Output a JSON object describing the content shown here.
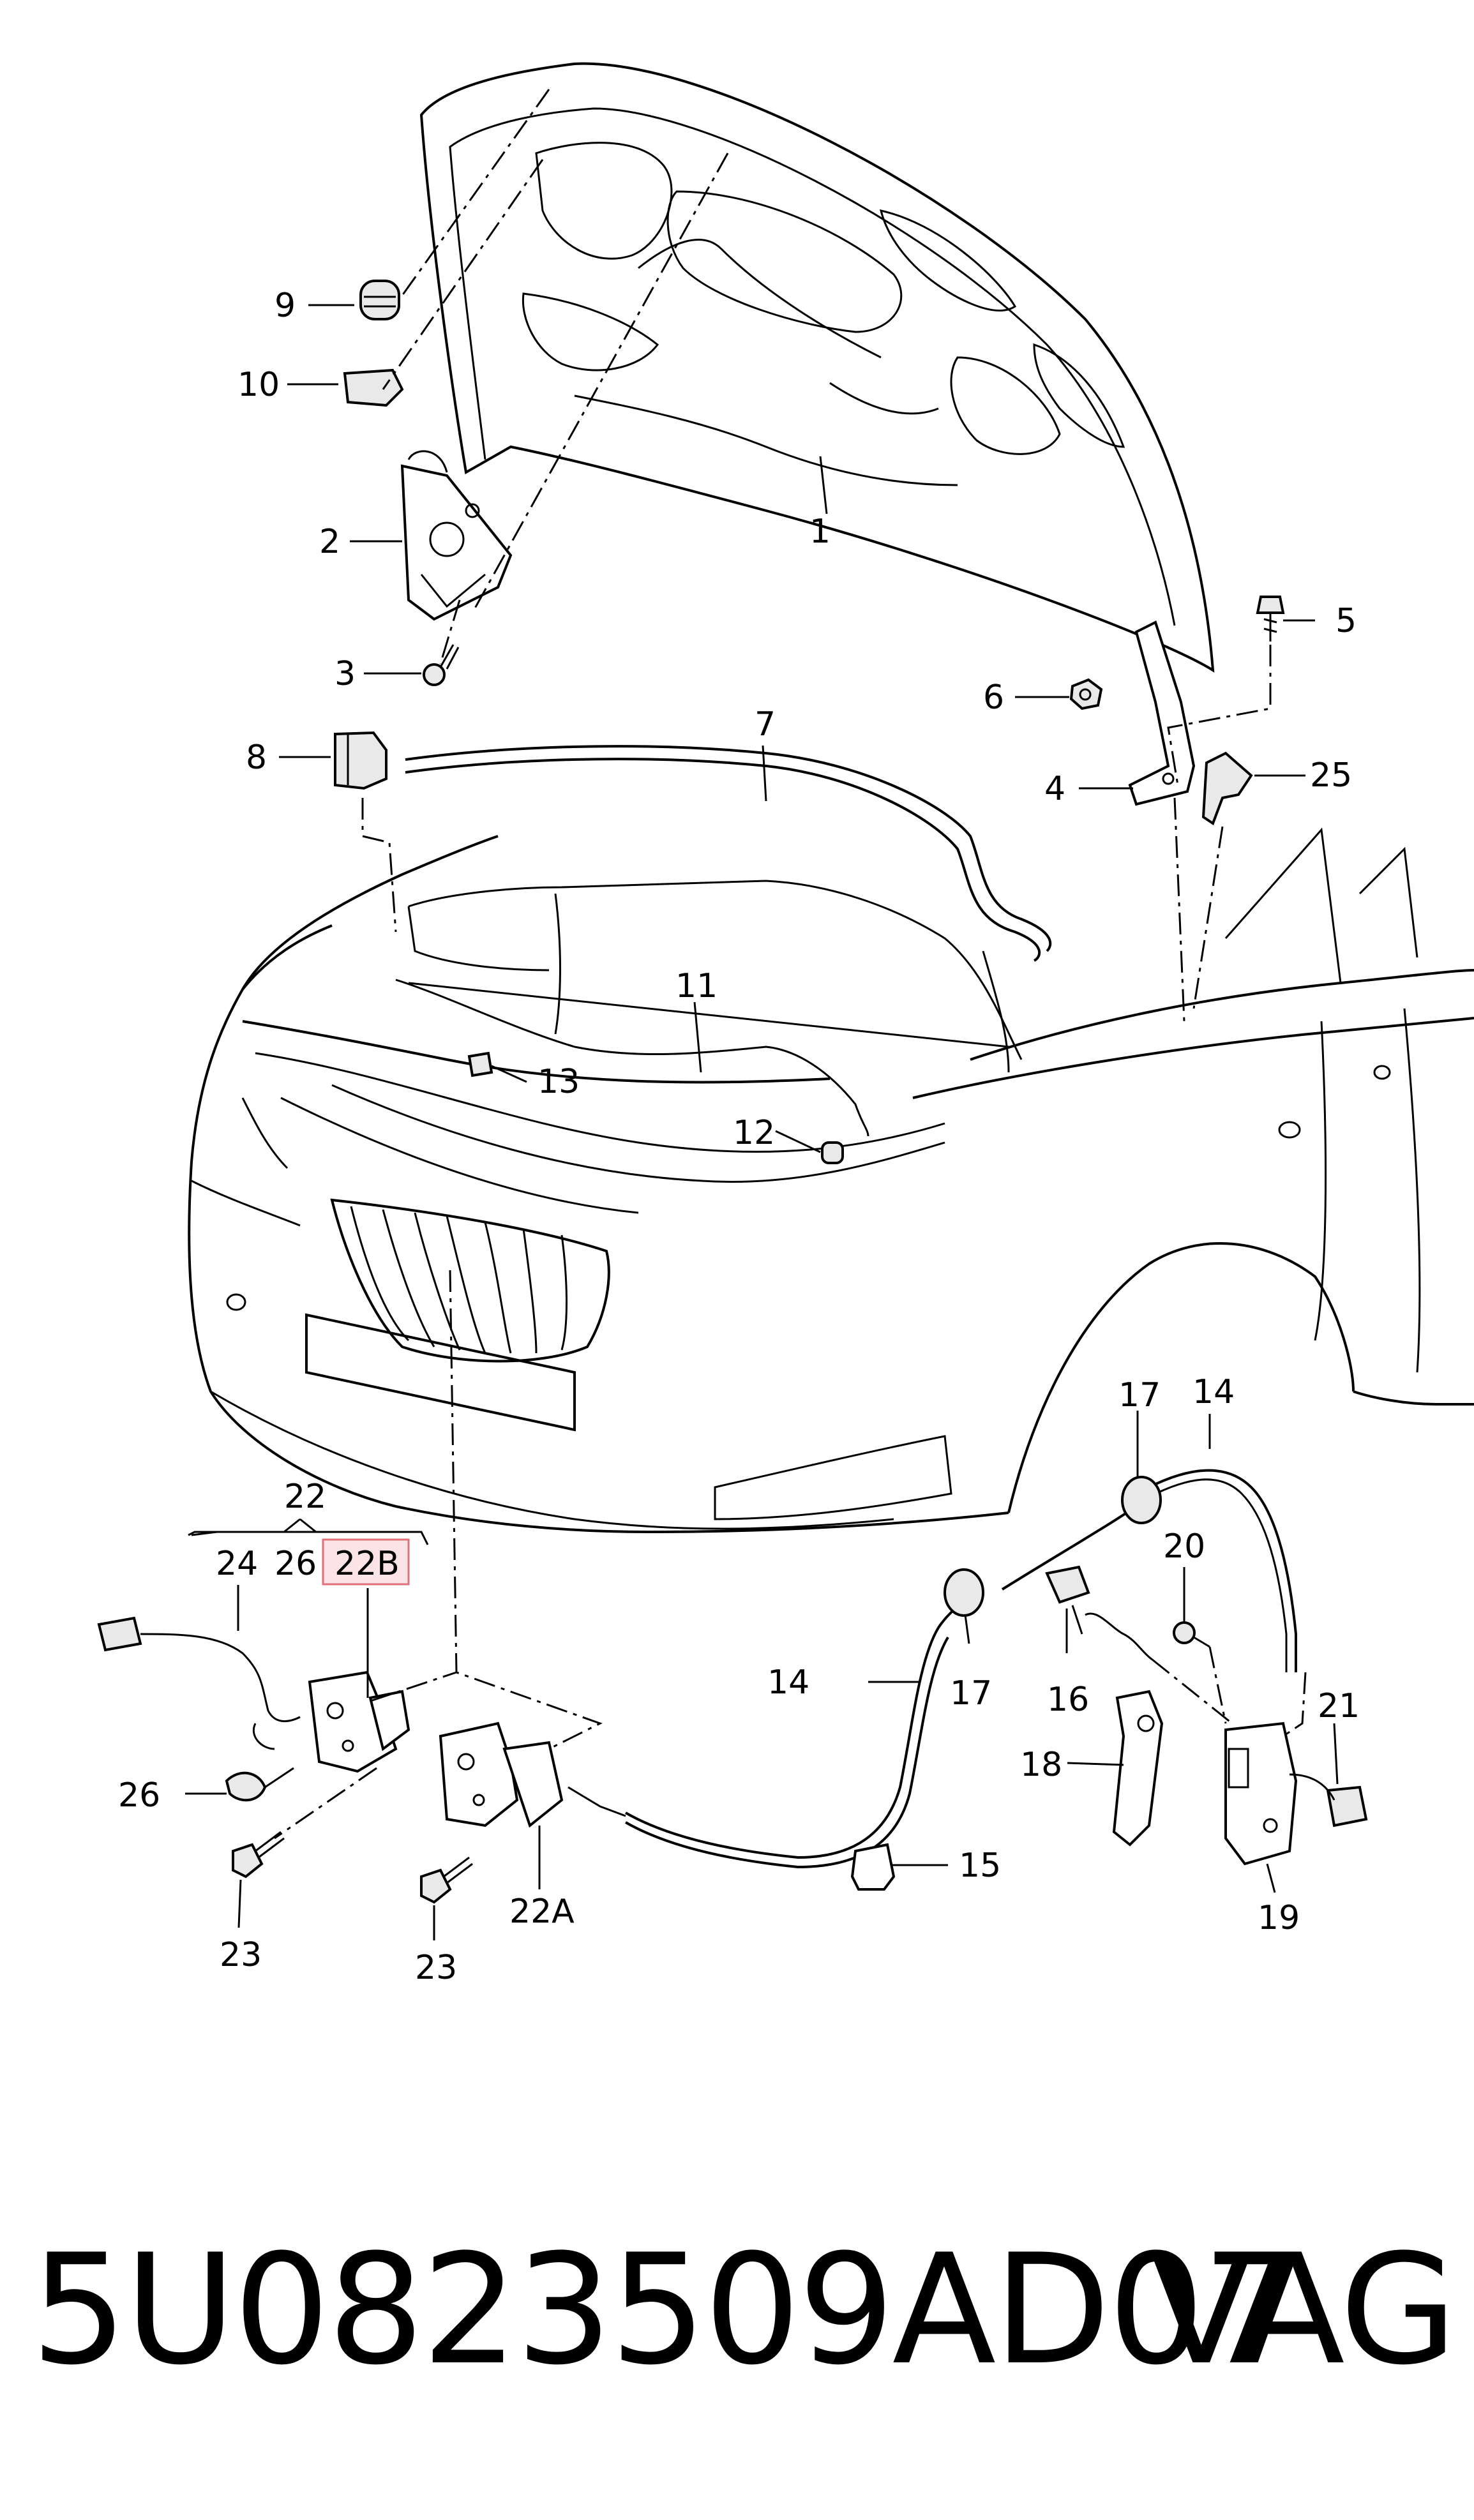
{
  "labels": {
    "l1": "1",
    "l2": "2",
    "l3": "3",
    "l4": "4",
    "l5": "5",
    "l6": "6",
    "l7": "7",
    "l8": "8",
    "l9": "9",
    "l10": "10",
    "l11": "11",
    "l12": "12",
    "l13": "13",
    "l14a": "14",
    "l14b": "14",
    "l15": "15",
    "l16": "16",
    "l17a": "17",
    "l17b": "17",
    "l18": "18",
    "l19": "19",
    "l20": "20",
    "l21": "21",
    "l22": "22",
    "l22a": "22A",
    "l22b": "22B",
    "l23a": "23",
    "l23b": "23",
    "l24": "24",
    "l25": "25",
    "l26a": "26",
    "l26b": "26"
  },
  "highlight": {
    "label": "22B",
    "fill_color": "#fbe3e6",
    "border_color": "#e0707a"
  },
  "footer": {
    "part_number": "5U0823509AD07",
    "brand": "VAG"
  }
}
